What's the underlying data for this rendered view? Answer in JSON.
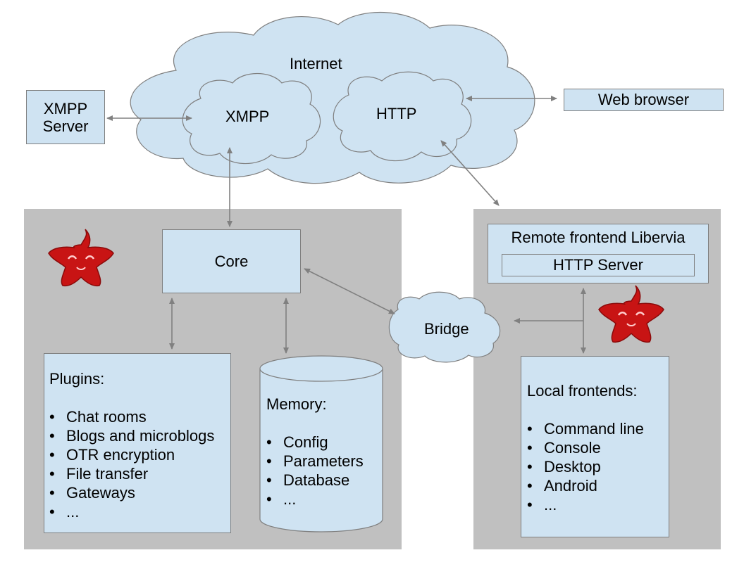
{
  "internet": {
    "label": "Internet"
  },
  "xmpp_cloud": {
    "label": "XMPP"
  },
  "http_cloud": {
    "label": "HTTP"
  },
  "bridge_cloud": {
    "label": "Bridge"
  },
  "xmpp_server": {
    "label": "XMPP\nServer"
  },
  "web_browser": {
    "label": "Web browser"
  },
  "core": {
    "label": "Core"
  },
  "plugins": {
    "title": "Plugins:",
    "items": [
      "Chat rooms",
      "Blogs and microblogs",
      "OTR encryption",
      "File transfer",
      "Gateways",
      "..."
    ]
  },
  "memory": {
    "title": "Memory:",
    "items": [
      "Config",
      "Parameters",
      "Database",
      "..."
    ]
  },
  "remote_frontend": {
    "title": "Remote frontend Libervia",
    "http_server": "HTTP Server"
  },
  "local_frontends": {
    "title": "Local frontends:",
    "items": [
      "Command line",
      "Console",
      "Desktop",
      "Android",
      "..."
    ]
  },
  "colors": {
    "box_fill": "#cfe3f2",
    "panel_fill": "#c0c0c0",
    "mascot": "#cc1111",
    "arrow": "#808080"
  }
}
